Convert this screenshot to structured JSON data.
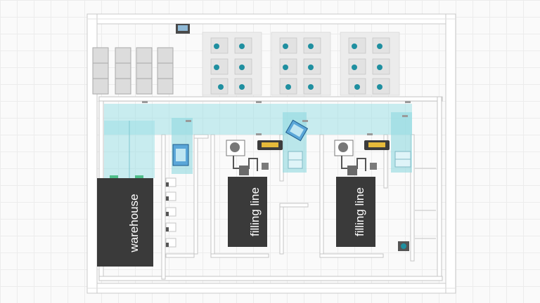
{
  "floor_plan": {
    "areas": {
      "warehouse": "warehouse",
      "filling_line_1": "filling line",
      "filling_line_2": "filling line"
    },
    "colors": {
      "corridor": "#9fe0e6",
      "production_block": "#3a3a3a",
      "wall": "#ffffff",
      "grid": "#ececec"
    },
    "icons": [
      "shelving-rack-icon",
      "desk-workstation-icon",
      "worker-icon",
      "machine-icon",
      "agv-robot-icon",
      "cart-icon",
      "forklift-icon"
    ]
  }
}
